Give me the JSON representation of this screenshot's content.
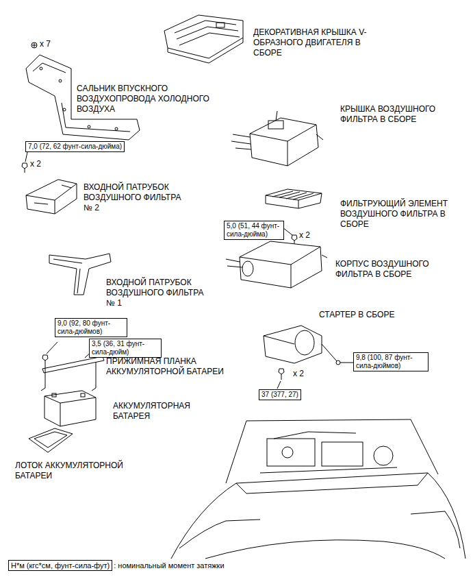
{
  "diagram": {
    "nodes": [
      {
        "text": [
          "7,0 (72, 62 фунт-сила-дюйма)"
        ]
      },
      {
        "text": [
          "5,0 (51, 44 фунт-сила-дюйма)"
        ]
      },
      {
        "text": [
          "9,0 (92, 80 фунт-сила-дюймов)"
        ]
      },
      {
        "text": [
          "3,5 (36, 31 фунт-сила-дюйм)"
        ]
      },
      {
        "text": [
          "9,8 (100, 87 фунт-сила-дюймов)"
        ]
      },
      {
        "text": [
          "37 (377, 27)"
        ]
      },
      {
        "text": [
          "Н*м (кгс*см, фунт-сила-фут)",
          ": номинальный момент затяжки"
        ]
      }
    ],
    "labels": [
      "ДЕКОРАТИВНАЯ КРЫШКА V-ОБРАЗНОГО ДВИГАТЕЛЯ В СБОРЕ",
      "x 7",
      "САЛЬНИК ВПУСКНОГО ВОЗДУХОПРОВОДА ХОЛОДНОГО ВОЗДУХА",
      "КРЫШКА ВОЗДУШНОГО ФИЛЬТРА В СБОРЕ",
      "x 2",
      "ВХОДНОЙ ПАТРУБОК ВОЗДУШНОГО ФИЛЬТРА № 2",
      "ФИЛЬТРУЮЩИЙ ЭЛЕМЕНТ ВОЗДУШНОГО ФИЛЬТРА В СБОРЕ",
      "x 2",
      "КОРПУС ВОЗДУШНОГО ФИЛЬТРА В СБОРЕ",
      "ВХОДНОЙ ПАТРУБОК ВОЗДУШНОГО ФИЛЬТРА № 1",
      "СТАРТЕР В СБОРЕ",
      "ПРИЖИМНАЯ ПЛАНКА АККУМУЛЯТОРНОЙ БАТАРЕИ",
      "x 2",
      "АККУМУЛЯТОРНАЯ БАТАРЕЯ",
      "ЛОТОК АККУМУЛЯТОРНОЙ БАТАРЕИ"
    ]
  }
}
